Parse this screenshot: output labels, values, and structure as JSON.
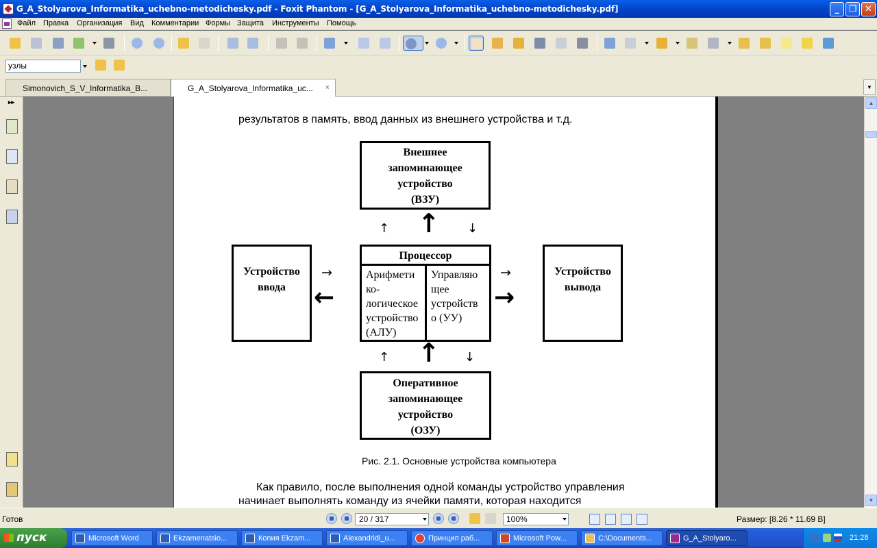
{
  "window": {
    "title": "G_A_Stolyarova_Informatika_uchebno-metodichesky.pdf - Foxit Phantom - [G_A_Stolyarova_Informatika_uchebno-metodichesky.pdf]",
    "min_symbol": "_",
    "max_symbol": "❐",
    "close_symbol": "✕"
  },
  "menu": [
    "Файл",
    "Правка",
    "Организация",
    "Вид",
    "Комментарии",
    "Формы",
    "Защита",
    "Инструменты",
    "Помощь"
  ],
  "search": {
    "value": "узлы"
  },
  "tabs": [
    {
      "label": "Simonovich_S_V_Informatika_B...",
      "active": false
    },
    {
      "label": "G_A_Stolyarova_Informatika_uc...",
      "active": true,
      "close": "×"
    }
  ],
  "document": {
    "line_top": "результатов в память, ввод данных из внешнего устройства и т.д.",
    "vzu": [
      "Внешнее",
      "запоминающее",
      "устройство",
      "(ВЗУ)"
    ],
    "processor": "Процессор",
    "alu": [
      "Арифмети",
      "ко-",
      "логическое",
      "устройство",
      "(АЛУ)"
    ],
    "uu": [
      "Управляю",
      "щее",
      "устройств",
      "о (УУ)"
    ],
    "input": [
      "Устройство",
      "ввода"
    ],
    "output": [
      "Устройство",
      "вывода"
    ],
    "ozu": [
      "Оперативное",
      "запоминающее",
      "устройство",
      "(ОЗУ)"
    ],
    "arrows": {
      "up_small": "↑",
      "down_small": "↓",
      "right_small": "→",
      "up_big": "↑",
      "left_big": "←",
      "right_big": "→"
    },
    "caption": "Рис. 2.1. Основные устройства компьютера",
    "para_line1": "Как правило, после выполнения одной команды устройство управления",
    "para_line2": "начинает выполнять команду из ячейки памяти, которая находится"
  },
  "status": {
    "ready": "Готов",
    "page": "20 / 317",
    "zoom": "100%",
    "size": "Размер: [8.26 * 11.69 В]"
  },
  "taskbar": {
    "start": "пуск",
    "items": [
      {
        "label": "Microsoft Word",
        "color": "#2b5fb3"
      },
      {
        "label": "Ekzamenatsio...",
        "color": "#2b5fb3"
      },
      {
        "label": "Копия Ekzam...",
        "color": "#2b5fb3"
      },
      {
        "label": "Alexandridi_u...",
        "color": "#2b5fb3"
      },
      {
        "label": "Принцип раб...",
        "color": "#e34234"
      },
      {
        "label": "Microsoft Pow...",
        "color": "#d24726"
      },
      {
        "label": "C:\\Documents...",
        "color": "#e8c15c"
      },
      {
        "label": "G_A_Stolyaro...",
        "color": "#9a2a8f"
      }
    ],
    "clock": "21:28"
  }
}
